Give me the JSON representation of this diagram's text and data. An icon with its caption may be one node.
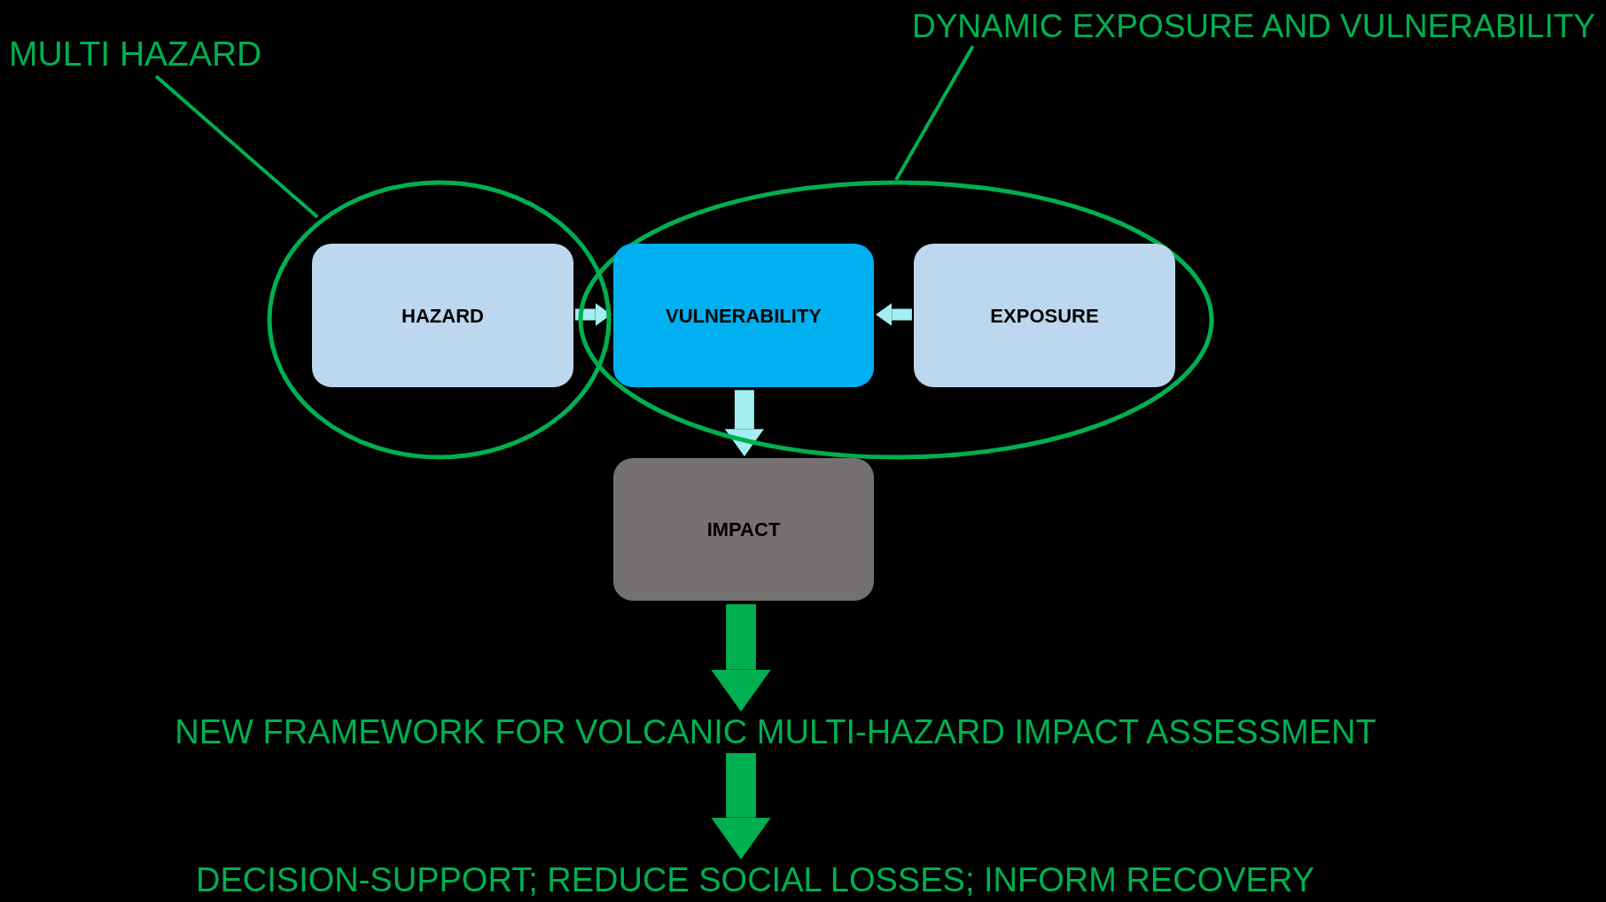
{
  "diagram": {
    "nodes": [
      {
        "text": [
          "MULTI HAZARD"
        ]
      },
      {
        "text": [],
        "shape": "circle"
      },
      {
        "text": [
          "DYNAMIC EXPOSURE AND VULNERABILITY"
        ]
      },
      {
        "text": [],
        "shape": "circle"
      },
      {
        "text": [
          "HAZARD"
        ],
        "in": 1
      },
      {
        "text": [
          "VULNERABILITY"
        ],
        "in": 3
      },
      {
        "text": [
          "EXPOSURE"
        ],
        "in": 3
      },
      {
        "text": [
          "IMPACT"
        ]
      },
      {
        "text": [
          "NEW FRAMEWORK FOR VOLCANIC MULTI-HAZARD IMPACT ASSESSMENT"
        ]
      },
      {
        "text": [
          "DECISION-SUPPORT; REDUCE SOCIAL LOSSES; INFORM RECOVERY"
        ]
      }
    ],
    "edges": [
      {
        "from": 0,
        "to": 1,
        "arrow": "none"
      },
      {
        "from": 2,
        "to": 3,
        "arrow": "none"
      },
      {
        "from": 4,
        "to": 5,
        "arrow": "to",
        "color": "#a3eef0"
      },
      {
        "from": 6,
        "to": 5,
        "arrow": "to",
        "color": "#a3eef0"
      },
      {
        "from": 5,
        "to": 7,
        "arrow": "to",
        "color": "#a3eef0"
      },
      {
        "from": 7,
        "to": 8,
        "arrow": "to",
        "style": "thick"
      },
      {
        "from": 8,
        "to": 9,
        "arrow": "to",
        "style": "thick"
      }
    ]
  }
}
